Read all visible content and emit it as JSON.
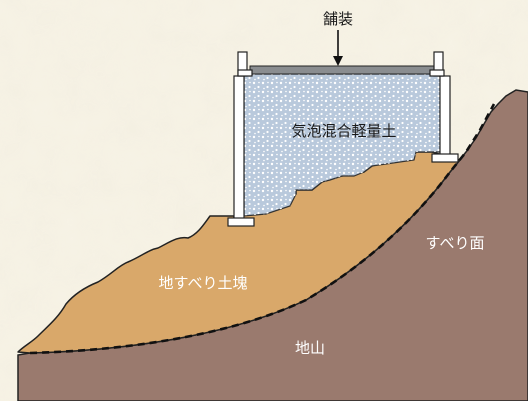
{
  "labels": {
    "pavement": "舗装",
    "foam_soil": "気泡混合軽量土",
    "slip_surface": "すべり面",
    "slide_mass": "地すべり土塊",
    "bedrock": "地山"
  },
  "colors": {
    "background": "#f7f3e6",
    "bedrock": "#9a7a6e",
    "slide_mass": "#d9a86a",
    "foam_soil": "#b9c9dc",
    "wall": "#ffffff",
    "outline": "#222222",
    "pavement": "#8a8d90"
  }
}
